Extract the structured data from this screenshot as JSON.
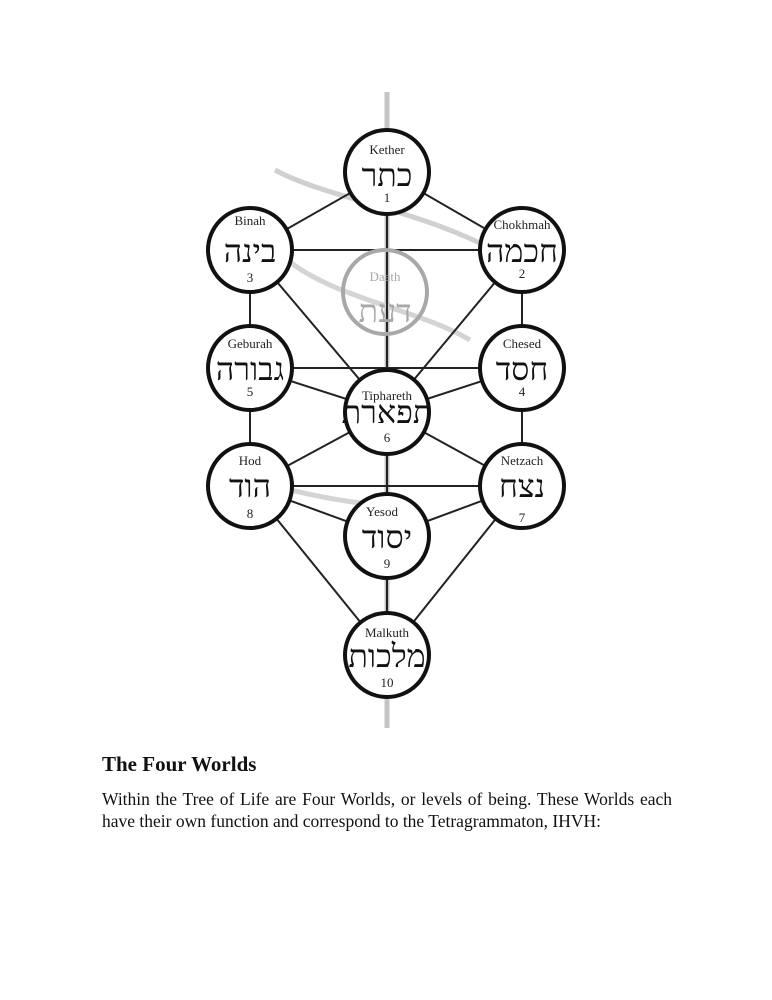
{
  "tree": {
    "sephiroth": [
      {
        "id": "kether",
        "name": "Kether",
        "hebrew": "כתר",
        "number": "1"
      },
      {
        "id": "chokhmah",
        "name": "Chokhmah",
        "hebrew": "חכמה",
        "number": "2"
      },
      {
        "id": "binah",
        "name": "Binah",
        "hebrew": "בינה",
        "number": "3"
      },
      {
        "id": "chesed",
        "name": "Chesed",
        "hebrew": "חסד",
        "number": "4"
      },
      {
        "id": "geburah",
        "name": "Geburah",
        "hebrew": "גבורה",
        "number": "5"
      },
      {
        "id": "tiphareth",
        "name": "Tiphareth",
        "hebrew": "תפארת",
        "number": "6"
      },
      {
        "id": "netzach",
        "name": "Netzach",
        "hebrew": "נצח",
        "number": "7"
      },
      {
        "id": "hod",
        "name": "Hod",
        "hebrew": "הוד",
        "number": "8"
      },
      {
        "id": "yesod",
        "name": "Yesod",
        "hebrew": "יסוד",
        "number": "9"
      },
      {
        "id": "malkuth",
        "name": "Malkuth",
        "hebrew": "מלכות",
        "number": "10"
      }
    ],
    "daath": {
      "name": "Daath",
      "hebrew": "דעת"
    }
  },
  "section": {
    "heading": "The Four Worlds",
    "body": "Within the Tree of Life are Four Worlds, or levels of being. These Worlds each have their own function and correspond to the Tetragrammaton, IHVH:"
  }
}
